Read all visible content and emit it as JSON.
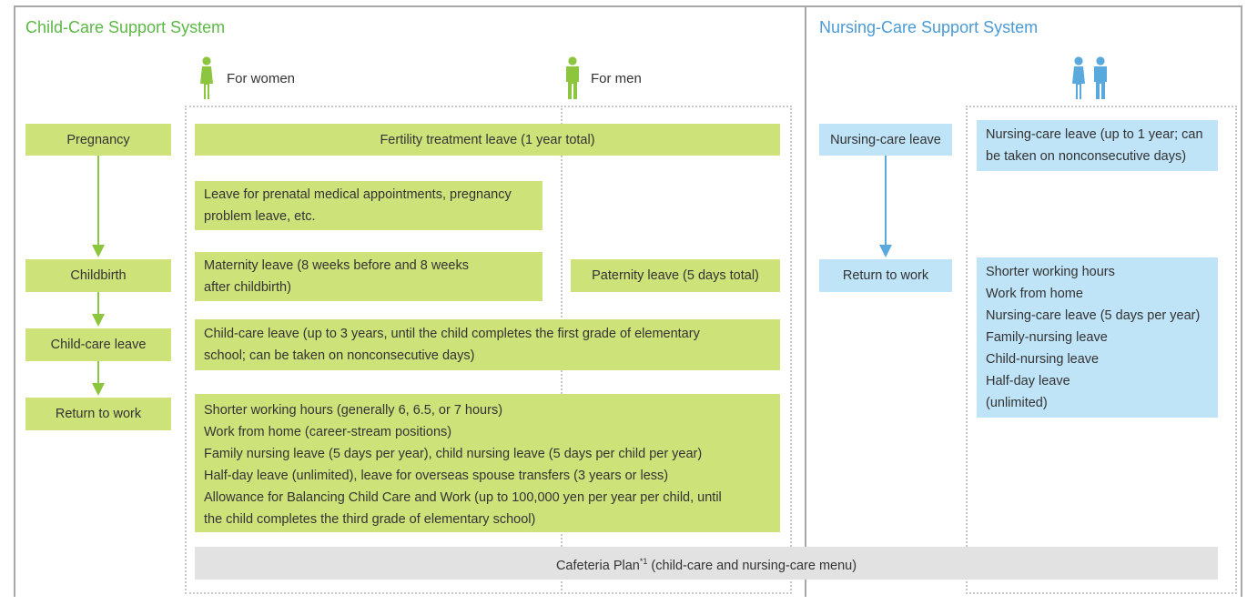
{
  "childcare": {
    "title": "Child-Care Support System",
    "legend": {
      "women": "For women",
      "men": "For men"
    },
    "stages": {
      "pregnancy": "Pregnancy",
      "childbirth": "Childbirth",
      "childcare_leave": "Child-care leave",
      "return_to_work": "Return to work"
    },
    "boxes": {
      "fertility": "Fertility treatment leave (1 year total)",
      "prenatal": [
        "Leave for prenatal medical appointments, pregnancy",
        "problem leave, etc."
      ],
      "maternity": [
        "Maternity leave (8 weeks before and 8 weeks",
        "after childbirth)"
      ],
      "paternity": "Paternity leave (5 days total)",
      "childcare_leave": [
        "Child-care leave (up to 3 years, until the child completes the first grade of elementary",
        "school; can be taken on nonconsecutive days)"
      ],
      "return_list": [
        "Shorter working hours (generally 6, 6.5, or 7 hours)",
        "Work from home (career-stream positions)",
        "Family nursing leave (5 days per year), child nursing leave (5 days per child per year)",
        "Half-day leave (unlimited), leave for overseas spouse transfers (3 years or less)",
        "Allowance for Balancing Child Care and Work (up to 100,000 yen per year per child, until",
        "the child completes the third grade of elementary school)"
      ]
    },
    "cafeteria": {
      "main": "Cafeteria Plan",
      "sup": "*1",
      "rest": " (child-care and nursing-care menu)"
    },
    "colors": {
      "title": "#5bb844",
      "box": "#cee27a",
      "arrow": "#8cc63f",
      "icon": "#8cc63f"
    }
  },
  "nursing": {
    "title": "Nursing-Care Support System",
    "stages": {
      "nursing_leave": "Nursing-care leave",
      "return_to_work": "Return to work"
    },
    "boxes": {
      "nursing_leave": [
        "Nursing-care leave (up to 1 year; can",
        "be taken on nonconsecutive days)"
      ],
      "return_list": [
        "Shorter working hours",
        "Work from home",
        "Nursing-care leave (5 days per year)",
        "Family-nursing leave",
        "Child-nursing leave",
        "Half-day leave",
        "(unlimited)"
      ]
    },
    "colors": {
      "title": "#4a9ad6",
      "box": "#bfe3f7",
      "arrow": "#5aa9dd",
      "icon": "#5aa9dd"
    }
  },
  "icons": {
    "woman": "woman-icon",
    "man": "man-icon",
    "couple": "woman-and-man-icon"
  }
}
